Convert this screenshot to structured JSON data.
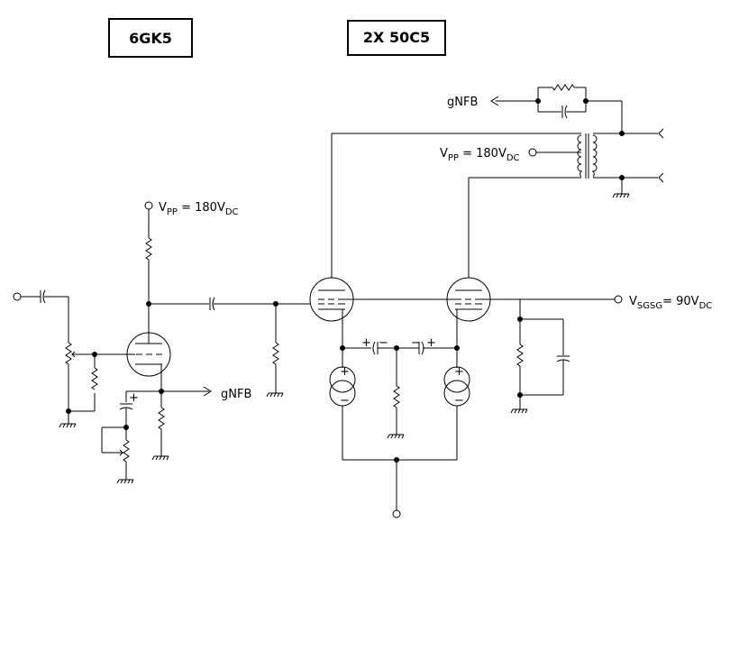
{
  "titles": {
    "driver_tube": "6GK5",
    "output_tubes": "2X 50C5"
  },
  "labels": {
    "gnfb_top": "gNFB",
    "gnfb_driver": "gNFB",
    "vpp_driver": {
      "main": "V",
      "sub": "PP",
      "eq": " = 180V",
      "unit": "DC"
    },
    "vpp_output": {
      "main": "V",
      "sub": "PP",
      "eq": " = 180V",
      "unit": "DC"
    },
    "vsgsg": {
      "main": "V",
      "sub": "SGSG",
      "eq": "= 90V",
      "unit": "DC"
    }
  }
}
